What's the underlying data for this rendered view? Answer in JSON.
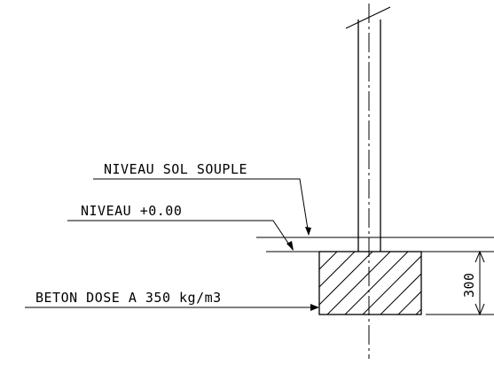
{
  "labels": {
    "soft_ground": "NIVEAU SOL SOUPLE",
    "level_zero": "NIVEAU +0.00",
    "concrete": "BETON DOSE A 350 kg/m3",
    "footing_height": "300"
  },
  "colors": {
    "line": "#000000",
    "background": "#ffffff"
  }
}
